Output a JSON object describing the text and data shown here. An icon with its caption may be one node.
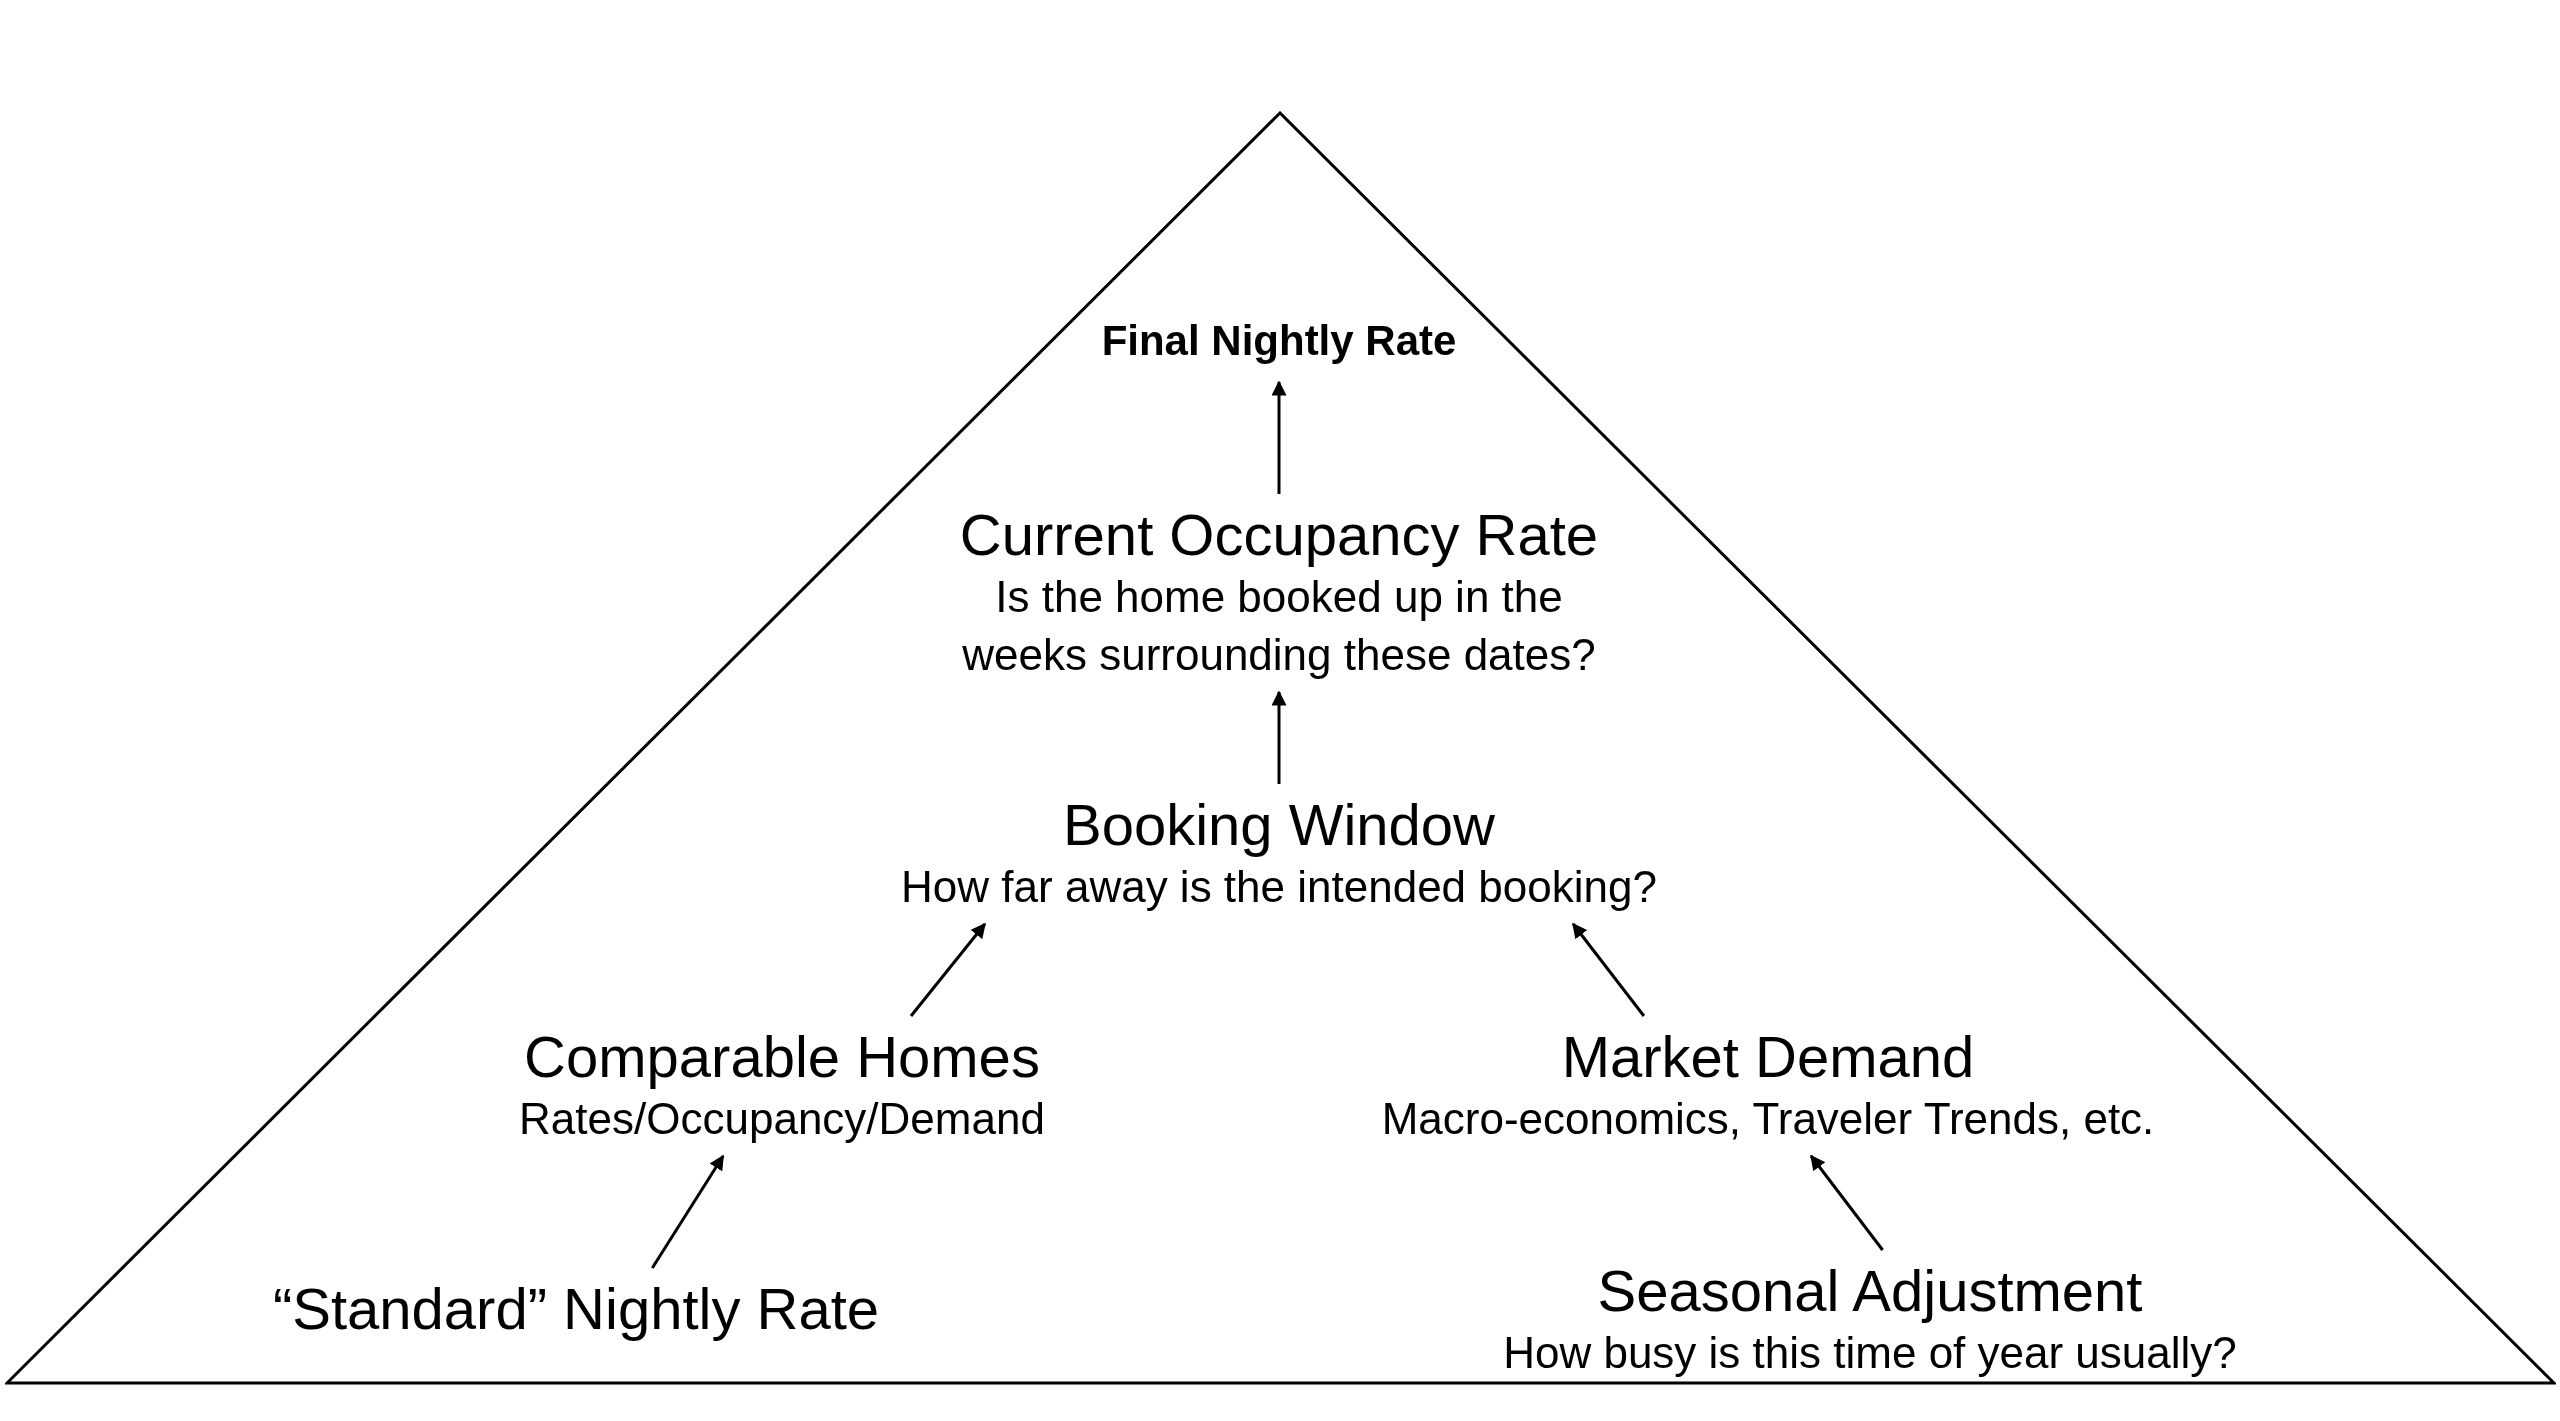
{
  "diagram": {
    "nodes": [
      {
        "text": [],
        "shape": "triangle"
      },
      {
        "text": [
          "Final Nightly Rate"
        ],
        "in": 0
      },
      {
        "text": [
          "Current Occupancy Rate",
          "Is the home booked up in the weeks surrounding these dates?"
        ],
        "in": 0
      },
      {
        "text": [
          "Booking Window",
          "How far away is the intended booking?"
        ],
        "in": 0
      },
      {
        "text": [
          "Comparable Homes",
          "Rates/Occupancy/Demand"
        ],
        "in": 0
      },
      {
        "text": [
          "Market Demand",
          "Macro-economics, Traveler Trends, etc."
        ],
        "in": 0
      },
      {
        "text": [
          "“Standard” Nightly Rate"
        ],
        "in": 0
      },
      {
        "text": [
          "Seasonal Adjustment",
          "How busy is this time of year usually?"
        ],
        "in": 0
      }
    ],
    "edges": [
      {
        "from": 6,
        "to": 4,
        "arrow": "to"
      },
      {
        "from": 4,
        "to": 3,
        "arrow": "to"
      },
      {
        "from": 7,
        "to": 5,
        "arrow": "to"
      },
      {
        "from": 5,
        "to": 3,
        "arrow": "to"
      },
      {
        "from": 3,
        "to": 2,
        "arrow": "to"
      },
      {
        "from": 2,
        "to": 1,
        "arrow": "to"
      }
    ]
  }
}
